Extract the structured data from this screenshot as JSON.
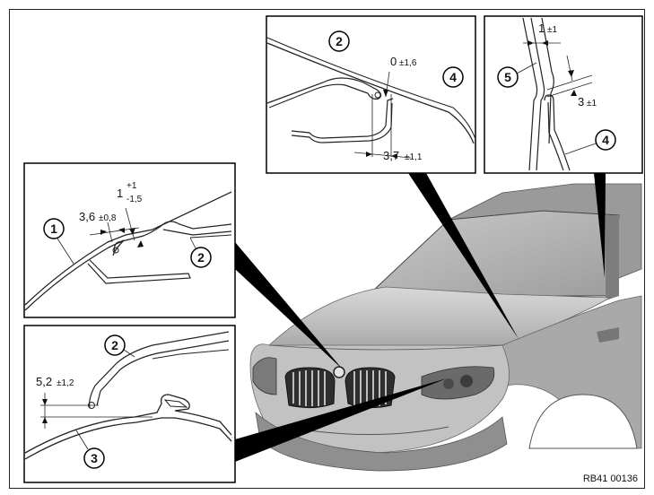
{
  "reference_code": "RB41 00136",
  "detail_top_middle": {
    "callouts": [
      "2",
      "4"
    ],
    "dim_gap": {
      "value": "0",
      "tol": "±1,6"
    },
    "dim_width": {
      "value": "3,7",
      "tol": "±1,1"
    }
  },
  "detail_top_right": {
    "callouts": [
      "5",
      "4"
    ],
    "dim_gap": {
      "value": "1",
      "tol": "±1"
    },
    "dim_offset": {
      "value": "3",
      "tol": "±1"
    }
  },
  "detail_middle_left": {
    "callouts": [
      "1",
      "2"
    ],
    "dim_gap": {
      "value": "1",
      "tol_upper": "+1",
      "tol_lower": "-1,5"
    },
    "dim_width": {
      "value": "3,6",
      "tol": "±0,8"
    }
  },
  "detail_bottom_left": {
    "callouts": [
      "2",
      "3"
    ],
    "dim_height": {
      "value": "5,2",
      "tol": "±1,2"
    }
  },
  "colors": {
    "line": "#1a1a1a",
    "car_body": "#b5b5b5",
    "car_dark": "#6e6e6e",
    "frame": "#000000"
  }
}
